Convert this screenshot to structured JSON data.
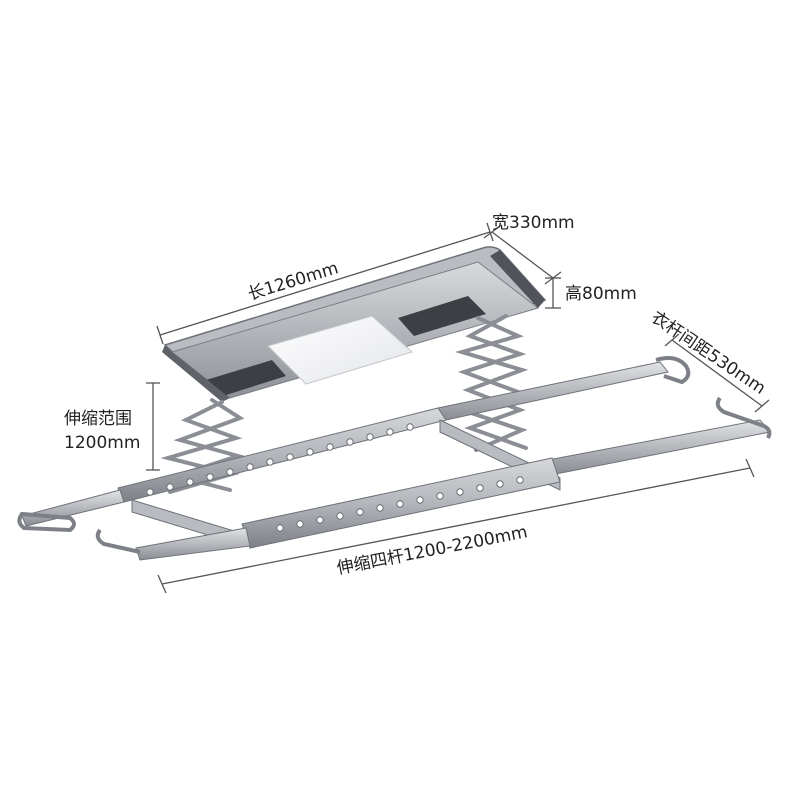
{
  "dimensions": {
    "length": "长1260mm",
    "width": "宽330mm",
    "height": "高80mm",
    "pole_spacing": "衣杆间距530mm",
    "lift_range_line1": "伸缩范围",
    "lift_range_line2": "1200mm",
    "pole_extension": "伸缩四杆1200-2200mm"
  },
  "colors": {
    "dimension_line": "#555555",
    "aluminum_light": "#c9cbcf",
    "aluminum_mid": "#9a9da3",
    "aluminum_dark": "#6b6e74",
    "light_panel": "#f4f5f7"
  }
}
